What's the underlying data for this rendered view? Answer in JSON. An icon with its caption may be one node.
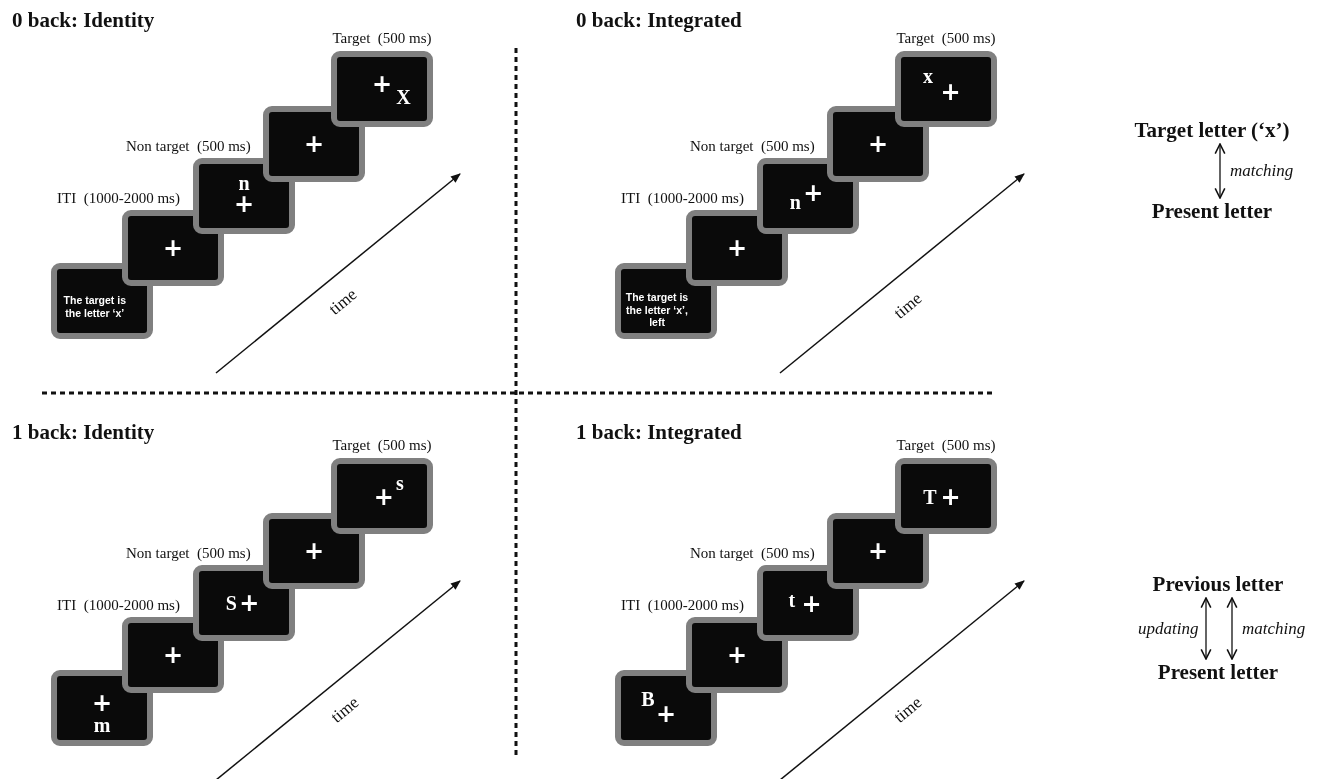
{
  "diagram": {
    "nodes": [
      {
        "text": [
          "The target is the letter ‘x’"
        ]
      },
      {
        "text": [
          "+"
        ],
        "beside": [
          "ITI  (1000-2000 ms)"
        ]
      },
      {
        "text": [
          "n",
          "+"
        ],
        "beside": [
          "Non target  (500 ms)"
        ]
      },
      {
        "text": [
          "+"
        ]
      },
      {
        "text": [
          "+",
          "X"
        ],
        "beside": [
          "Target  (500 ms)"
        ]
      },
      {
        "text": [
          "The target is the letter ‘x’, left"
        ]
      },
      {
        "text": [
          "+"
        ],
        "beside": [
          "ITI  (1000-2000 ms)"
        ]
      },
      {
        "text": [
          "n",
          "+"
        ],
        "beside": [
          "Non target  (500 ms)"
        ]
      },
      {
        "text": [
          "+"
        ]
      },
      {
        "text": [
          "x",
          "+"
        ],
        "beside": [
          "Target  (500 ms)"
        ]
      },
      {
        "text": [
          "Target letter (‘x’)"
        ]
      },
      {
        "text": [
          "Present letter"
        ]
      },
      {
        "text": [
          "+",
          "m"
        ]
      },
      {
        "text": [
          "+"
        ],
        "beside": [
          "ITI  (1000-2000 ms)"
        ]
      },
      {
        "text": [
          "S",
          "+"
        ],
        "beside": [
          "Non target  (500 ms)"
        ]
      },
      {
        "text": [
          "+"
        ]
      },
      {
        "text": [
          "+",
          "s"
        ],
        "beside": [
          "Target  (500 ms)"
        ]
      },
      {
        "text": [
          "B",
          "+"
        ]
      },
      {
        "text": [
          "+"
        ],
        "beside": [
          "ITI  (1000-2000 ms)"
        ]
      },
      {
        "text": [
          "t",
          "+"
        ],
        "beside": [
          "Non target  (500 ms)"
        ]
      },
      {
        "text": [
          "+"
        ]
      },
      {
        "text": [
          "T",
          "+"
        ],
        "beside": [
          "Target  (500 ms)"
        ]
      },
      {
        "text": [
          "Previous letter"
        ]
      },
      {
        "text": [
          "Present letter"
        ]
      }
    ],
    "edges": [
      {
        "from": 10,
        "to": 11,
        "arrow": "both",
        "label": "matching"
      },
      {
        "from": 22,
        "to": 23,
        "arrow": "both",
        "label": "updating"
      },
      {
        "from": 22,
        "to": 23,
        "arrow": "both",
        "label": "matching"
      }
    ],
    "labels": [
      "0 back: Identity",
      "0 back: Integrated",
      "time",
      "time",
      "1 back: Identity",
      "1 back: Integrated",
      "time",
      "time"
    ]
  }
}
